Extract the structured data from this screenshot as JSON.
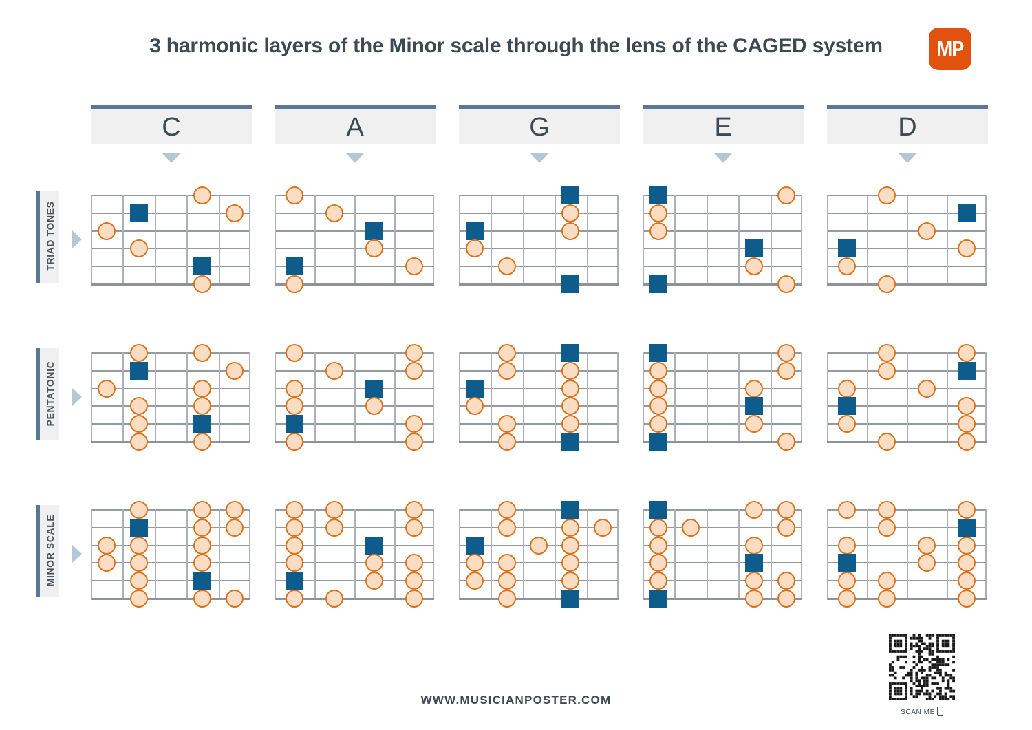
{
  "title": "3 harmonic layers of the Minor scale through the lens of the CAGED system",
  "logo": {
    "text": "MP",
    "color": "#e2520f"
  },
  "footer": {
    "url": "WWW.MUSICIANPOSTER.COM",
    "scan_label": "SCAN ME",
    "scan_icon": "phone-icon"
  },
  "colors": {
    "accent_blue": "#0d5c8c",
    "header_bar": "#5a7894",
    "note_fill": "#fbddc3",
    "note_stroke": "#d9731f",
    "arrow": "#b6c7d4",
    "plate": "#f0f0f0",
    "text": "#3e4a52"
  },
  "columns": [
    {
      "label": "C",
      "shape": "C"
    },
    {
      "label": "A",
      "shape": "A"
    },
    {
      "label": "G",
      "shape": "G"
    },
    {
      "label": "E",
      "shape": "E"
    },
    {
      "label": "D",
      "shape": "D"
    }
  ],
  "rows": [
    {
      "label": "TRIAD TONES",
      "key": "triad"
    },
    {
      "label": "PENTATONIC",
      "key": "pentatonic"
    },
    {
      "label": "MINOR SCALE",
      "key": "minor_scale"
    }
  ],
  "diagram_spec": {
    "strings": 6,
    "string_order": "1 = top (high E) ... 6 = bottom (low E)",
    "marker_types": {
      "circle": "scale tone",
      "square": "root note"
    }
  },
  "diagrams": {
    "triad": {
      "C": {
        "frets": 5,
        "notes": [
          {
            "s": 1,
            "f": 4,
            "t": "circle"
          },
          {
            "s": 2,
            "f": 2,
            "t": "square"
          },
          {
            "s": 2,
            "f": 5,
            "t": "circle"
          },
          {
            "s": 3,
            "f": 1,
            "t": "circle"
          },
          {
            "s": 4,
            "f": 2,
            "t": "circle"
          },
          {
            "s": 5,
            "f": 4,
            "t": "square"
          },
          {
            "s": 6,
            "f": 4,
            "t": "circle"
          }
        ]
      },
      "A": {
        "frets": 4,
        "notes": [
          {
            "s": 1,
            "f": 1,
            "t": "circle"
          },
          {
            "s": 2,
            "f": 2,
            "t": "circle"
          },
          {
            "s": 3,
            "f": 3,
            "t": "square"
          },
          {
            "s": 4,
            "f": 3,
            "t": "circle"
          },
          {
            "s": 5,
            "f": 1,
            "t": "square"
          },
          {
            "s": 5,
            "f": 4,
            "t": "circle"
          },
          {
            "s": 6,
            "f": 1,
            "t": "circle"
          }
        ]
      },
      "G": {
        "frets": 5,
        "notes": [
          {
            "s": 1,
            "f": 4,
            "t": "square"
          },
          {
            "s": 2,
            "f": 4,
            "t": "circle"
          },
          {
            "s": 3,
            "f": 1,
            "t": "square"
          },
          {
            "s": 3,
            "f": 4,
            "t": "circle"
          },
          {
            "s": 4,
            "f": 1,
            "t": "circle"
          },
          {
            "s": 5,
            "f": 2,
            "t": "circle"
          },
          {
            "s": 6,
            "f": 4,
            "t": "square"
          }
        ]
      },
      "E": {
        "frets": 5,
        "notes": [
          {
            "s": 1,
            "f": 1,
            "t": "square"
          },
          {
            "s": 1,
            "f": 5,
            "t": "circle"
          },
          {
            "s": 2,
            "f": 1,
            "t": "circle"
          },
          {
            "s": 3,
            "f": 1,
            "t": "circle"
          },
          {
            "s": 4,
            "f": 4,
            "t": "square"
          },
          {
            "s": 5,
            "f": 4,
            "t": "circle"
          },
          {
            "s": 6,
            "f": 1,
            "t": "square"
          },
          {
            "s": 6,
            "f": 5,
            "t": "circle"
          }
        ]
      },
      "D": {
        "frets": 4,
        "notes": [
          {
            "s": 1,
            "f": 2,
            "t": "circle"
          },
          {
            "s": 2,
            "f": 4,
            "t": "square"
          },
          {
            "s": 3,
            "f": 3,
            "t": "circle"
          },
          {
            "s": 4,
            "f": 1,
            "t": "square"
          },
          {
            "s": 4,
            "f": 4,
            "t": "circle"
          },
          {
            "s": 5,
            "f": 1,
            "t": "circle"
          },
          {
            "s": 6,
            "f": 2,
            "t": "circle"
          }
        ]
      }
    },
    "pentatonic": {
      "C": {
        "frets": 5,
        "notes": [
          {
            "s": 1,
            "f": 2,
            "t": "circle"
          },
          {
            "s": 1,
            "f": 4,
            "t": "circle"
          },
          {
            "s": 2,
            "f": 2,
            "t": "square"
          },
          {
            "s": 2,
            "f": 5,
            "t": "circle"
          },
          {
            "s": 3,
            "f": 1,
            "t": "circle"
          },
          {
            "s": 3,
            "f": 4,
            "t": "circle"
          },
          {
            "s": 4,
            "f": 2,
            "t": "circle"
          },
          {
            "s": 4,
            "f": 4,
            "t": "circle"
          },
          {
            "s": 5,
            "f": 2,
            "t": "circle"
          },
          {
            "s": 5,
            "f": 4,
            "t": "square"
          },
          {
            "s": 6,
            "f": 2,
            "t": "circle"
          },
          {
            "s": 6,
            "f": 4,
            "t": "circle"
          }
        ]
      },
      "A": {
        "frets": 4,
        "notes": [
          {
            "s": 1,
            "f": 1,
            "t": "circle"
          },
          {
            "s": 1,
            "f": 4,
            "t": "circle"
          },
          {
            "s": 2,
            "f": 2,
            "t": "circle"
          },
          {
            "s": 2,
            "f": 4,
            "t": "circle"
          },
          {
            "s": 3,
            "f": 1,
            "t": "circle"
          },
          {
            "s": 3,
            "f": 3,
            "t": "square"
          },
          {
            "s": 4,
            "f": 1,
            "t": "circle"
          },
          {
            "s": 4,
            "f": 3,
            "t": "circle"
          },
          {
            "s": 5,
            "f": 1,
            "t": "square"
          },
          {
            "s": 5,
            "f": 4,
            "t": "circle"
          },
          {
            "s": 6,
            "f": 1,
            "t": "circle"
          },
          {
            "s": 6,
            "f": 4,
            "t": "circle"
          }
        ]
      },
      "G": {
        "frets": 5,
        "notes": [
          {
            "s": 1,
            "f": 2,
            "t": "circle"
          },
          {
            "s": 1,
            "f": 4,
            "t": "square"
          },
          {
            "s": 2,
            "f": 2,
            "t": "circle"
          },
          {
            "s": 2,
            "f": 4,
            "t": "circle"
          },
          {
            "s": 3,
            "f": 1,
            "t": "square"
          },
          {
            "s": 3,
            "f": 4,
            "t": "circle"
          },
          {
            "s": 4,
            "f": 1,
            "t": "circle"
          },
          {
            "s": 4,
            "f": 4,
            "t": "circle"
          },
          {
            "s": 5,
            "f": 2,
            "t": "circle"
          },
          {
            "s": 5,
            "f": 4,
            "t": "circle"
          },
          {
            "s": 6,
            "f": 2,
            "t": "circle"
          },
          {
            "s": 6,
            "f": 4,
            "t": "square"
          }
        ]
      },
      "E": {
        "frets": 5,
        "notes": [
          {
            "s": 1,
            "f": 1,
            "t": "square"
          },
          {
            "s": 1,
            "f": 5,
            "t": "circle"
          },
          {
            "s": 2,
            "f": 1,
            "t": "circle"
          },
          {
            "s": 2,
            "f": 5,
            "t": "circle"
          },
          {
            "s": 3,
            "f": 1,
            "t": "circle"
          },
          {
            "s": 3,
            "f": 4,
            "t": "circle"
          },
          {
            "s": 4,
            "f": 1,
            "t": "circle"
          },
          {
            "s": 4,
            "f": 4,
            "t": "square"
          },
          {
            "s": 5,
            "f": 1,
            "t": "circle"
          },
          {
            "s": 5,
            "f": 4,
            "t": "circle"
          },
          {
            "s": 6,
            "f": 1,
            "t": "square"
          },
          {
            "s": 6,
            "f": 5,
            "t": "circle"
          }
        ]
      },
      "D": {
        "frets": 4,
        "notes": [
          {
            "s": 1,
            "f": 2,
            "t": "circle"
          },
          {
            "s": 1,
            "f": 4,
            "t": "circle"
          },
          {
            "s": 2,
            "f": 2,
            "t": "circle"
          },
          {
            "s": 2,
            "f": 4,
            "t": "square"
          },
          {
            "s": 3,
            "f": 1,
            "t": "circle"
          },
          {
            "s": 3,
            "f": 3,
            "t": "circle"
          },
          {
            "s": 4,
            "f": 1,
            "t": "square"
          },
          {
            "s": 4,
            "f": 4,
            "t": "circle"
          },
          {
            "s": 5,
            "f": 1,
            "t": "circle"
          },
          {
            "s": 5,
            "f": 4,
            "t": "circle"
          },
          {
            "s": 6,
            "f": 2,
            "t": "circle"
          },
          {
            "s": 6,
            "f": 4,
            "t": "circle"
          }
        ]
      }
    },
    "minor_scale": {
      "C": {
        "frets": 5,
        "notes": [
          {
            "s": 1,
            "f": 2,
            "t": "circle"
          },
          {
            "s": 1,
            "f": 4,
            "t": "circle"
          },
          {
            "s": 1,
            "f": 5,
            "t": "circle"
          },
          {
            "s": 2,
            "f": 2,
            "t": "square"
          },
          {
            "s": 2,
            "f": 4,
            "t": "circle"
          },
          {
            "s": 2,
            "f": 5,
            "t": "circle"
          },
          {
            "s": 3,
            "f": 1,
            "t": "circle"
          },
          {
            "s": 3,
            "f": 2,
            "t": "circle"
          },
          {
            "s": 3,
            "f": 4,
            "t": "circle"
          },
          {
            "s": 4,
            "f": 1,
            "t": "circle"
          },
          {
            "s": 4,
            "f": 2,
            "t": "circle"
          },
          {
            "s": 4,
            "f": 4,
            "t": "circle"
          },
          {
            "s": 5,
            "f": 2,
            "t": "circle"
          },
          {
            "s": 5,
            "f": 4,
            "t": "square"
          },
          {
            "s": 6,
            "f": 2,
            "t": "circle"
          },
          {
            "s": 6,
            "f": 4,
            "t": "circle"
          },
          {
            "s": 6,
            "f": 5,
            "t": "circle"
          }
        ]
      },
      "A": {
        "frets": 4,
        "notes": [
          {
            "s": 1,
            "f": 1,
            "t": "circle"
          },
          {
            "s": 1,
            "f": 2,
            "t": "circle"
          },
          {
            "s": 1,
            "f": 4,
            "t": "circle"
          },
          {
            "s": 2,
            "f": 1,
            "t": "circle"
          },
          {
            "s": 2,
            "f": 2,
            "t": "circle"
          },
          {
            "s": 2,
            "f": 4,
            "t": "circle"
          },
          {
            "s": 3,
            "f": 1,
            "t": "circle"
          },
          {
            "s": 3,
            "f": 3,
            "t": "square"
          },
          {
            "s": 4,
            "f": 1,
            "t": "circle"
          },
          {
            "s": 4,
            "f": 3,
            "t": "circle"
          },
          {
            "s": 4,
            "f": 4,
            "t": "circle"
          },
          {
            "s": 5,
            "f": 1,
            "t": "square"
          },
          {
            "s": 5,
            "f": 3,
            "t": "circle"
          },
          {
            "s": 5,
            "f": 4,
            "t": "circle"
          },
          {
            "s": 6,
            "f": 1,
            "t": "circle"
          },
          {
            "s": 6,
            "f": 2,
            "t": "circle"
          },
          {
            "s": 6,
            "f": 4,
            "t": "circle"
          }
        ]
      },
      "G": {
        "frets": 5,
        "notes": [
          {
            "s": 1,
            "f": 2,
            "t": "circle"
          },
          {
            "s": 1,
            "f": 4,
            "t": "square"
          },
          {
            "s": 2,
            "f": 2,
            "t": "circle"
          },
          {
            "s": 2,
            "f": 4,
            "t": "circle"
          },
          {
            "s": 2,
            "f": 5,
            "t": "circle"
          },
          {
            "s": 3,
            "f": 1,
            "t": "square"
          },
          {
            "s": 3,
            "f": 3,
            "t": "circle"
          },
          {
            "s": 3,
            "f": 4,
            "t": "circle"
          },
          {
            "s": 4,
            "f": 1,
            "t": "circle"
          },
          {
            "s": 4,
            "f": 2,
            "t": "circle"
          },
          {
            "s": 4,
            "f": 4,
            "t": "circle"
          },
          {
            "s": 5,
            "f": 1,
            "t": "circle"
          },
          {
            "s": 5,
            "f": 2,
            "t": "circle"
          },
          {
            "s": 5,
            "f": 4,
            "t": "circle"
          },
          {
            "s": 6,
            "f": 2,
            "t": "circle"
          },
          {
            "s": 6,
            "f": 4,
            "t": "square"
          }
        ]
      },
      "E": {
        "frets": 5,
        "notes": [
          {
            "s": 1,
            "f": 1,
            "t": "square"
          },
          {
            "s": 1,
            "f": 4,
            "t": "circle"
          },
          {
            "s": 1,
            "f": 5,
            "t": "circle"
          },
          {
            "s": 2,
            "f": 1,
            "t": "circle"
          },
          {
            "s": 2,
            "f": 2,
            "t": "circle"
          },
          {
            "s": 2,
            "f": 5,
            "t": "circle"
          },
          {
            "s": 3,
            "f": 1,
            "t": "circle"
          },
          {
            "s": 3,
            "f": 4,
            "t": "circle"
          },
          {
            "s": 4,
            "f": 1,
            "t": "circle"
          },
          {
            "s": 4,
            "f": 4,
            "t": "square"
          },
          {
            "s": 5,
            "f": 1,
            "t": "circle"
          },
          {
            "s": 5,
            "f": 4,
            "t": "circle"
          },
          {
            "s": 5,
            "f": 5,
            "t": "circle"
          },
          {
            "s": 6,
            "f": 1,
            "t": "square"
          },
          {
            "s": 6,
            "f": 4,
            "t": "circle"
          },
          {
            "s": 6,
            "f": 5,
            "t": "circle"
          }
        ]
      },
      "D": {
        "frets": 4,
        "notes": [
          {
            "s": 1,
            "f": 1,
            "t": "circle"
          },
          {
            "s": 1,
            "f": 2,
            "t": "circle"
          },
          {
            "s": 1,
            "f": 4,
            "t": "circle"
          },
          {
            "s": 2,
            "f": 2,
            "t": "circle"
          },
          {
            "s": 2,
            "f": 4,
            "t": "square"
          },
          {
            "s": 3,
            "f": 1,
            "t": "circle"
          },
          {
            "s": 3,
            "f": 3,
            "t": "circle"
          },
          {
            "s": 3,
            "f": 4,
            "t": "circle"
          },
          {
            "s": 4,
            "f": 1,
            "t": "square"
          },
          {
            "s": 4,
            "f": 3,
            "t": "circle"
          },
          {
            "s": 4,
            "f": 4,
            "t": "circle"
          },
          {
            "s": 5,
            "f": 1,
            "t": "circle"
          },
          {
            "s": 5,
            "f": 2,
            "t": "circle"
          },
          {
            "s": 5,
            "f": 4,
            "t": "circle"
          },
          {
            "s": 6,
            "f": 1,
            "t": "circle"
          },
          {
            "s": 6,
            "f": 2,
            "t": "circle"
          },
          {
            "s": 6,
            "f": 4,
            "t": "circle"
          }
        ]
      }
    }
  }
}
